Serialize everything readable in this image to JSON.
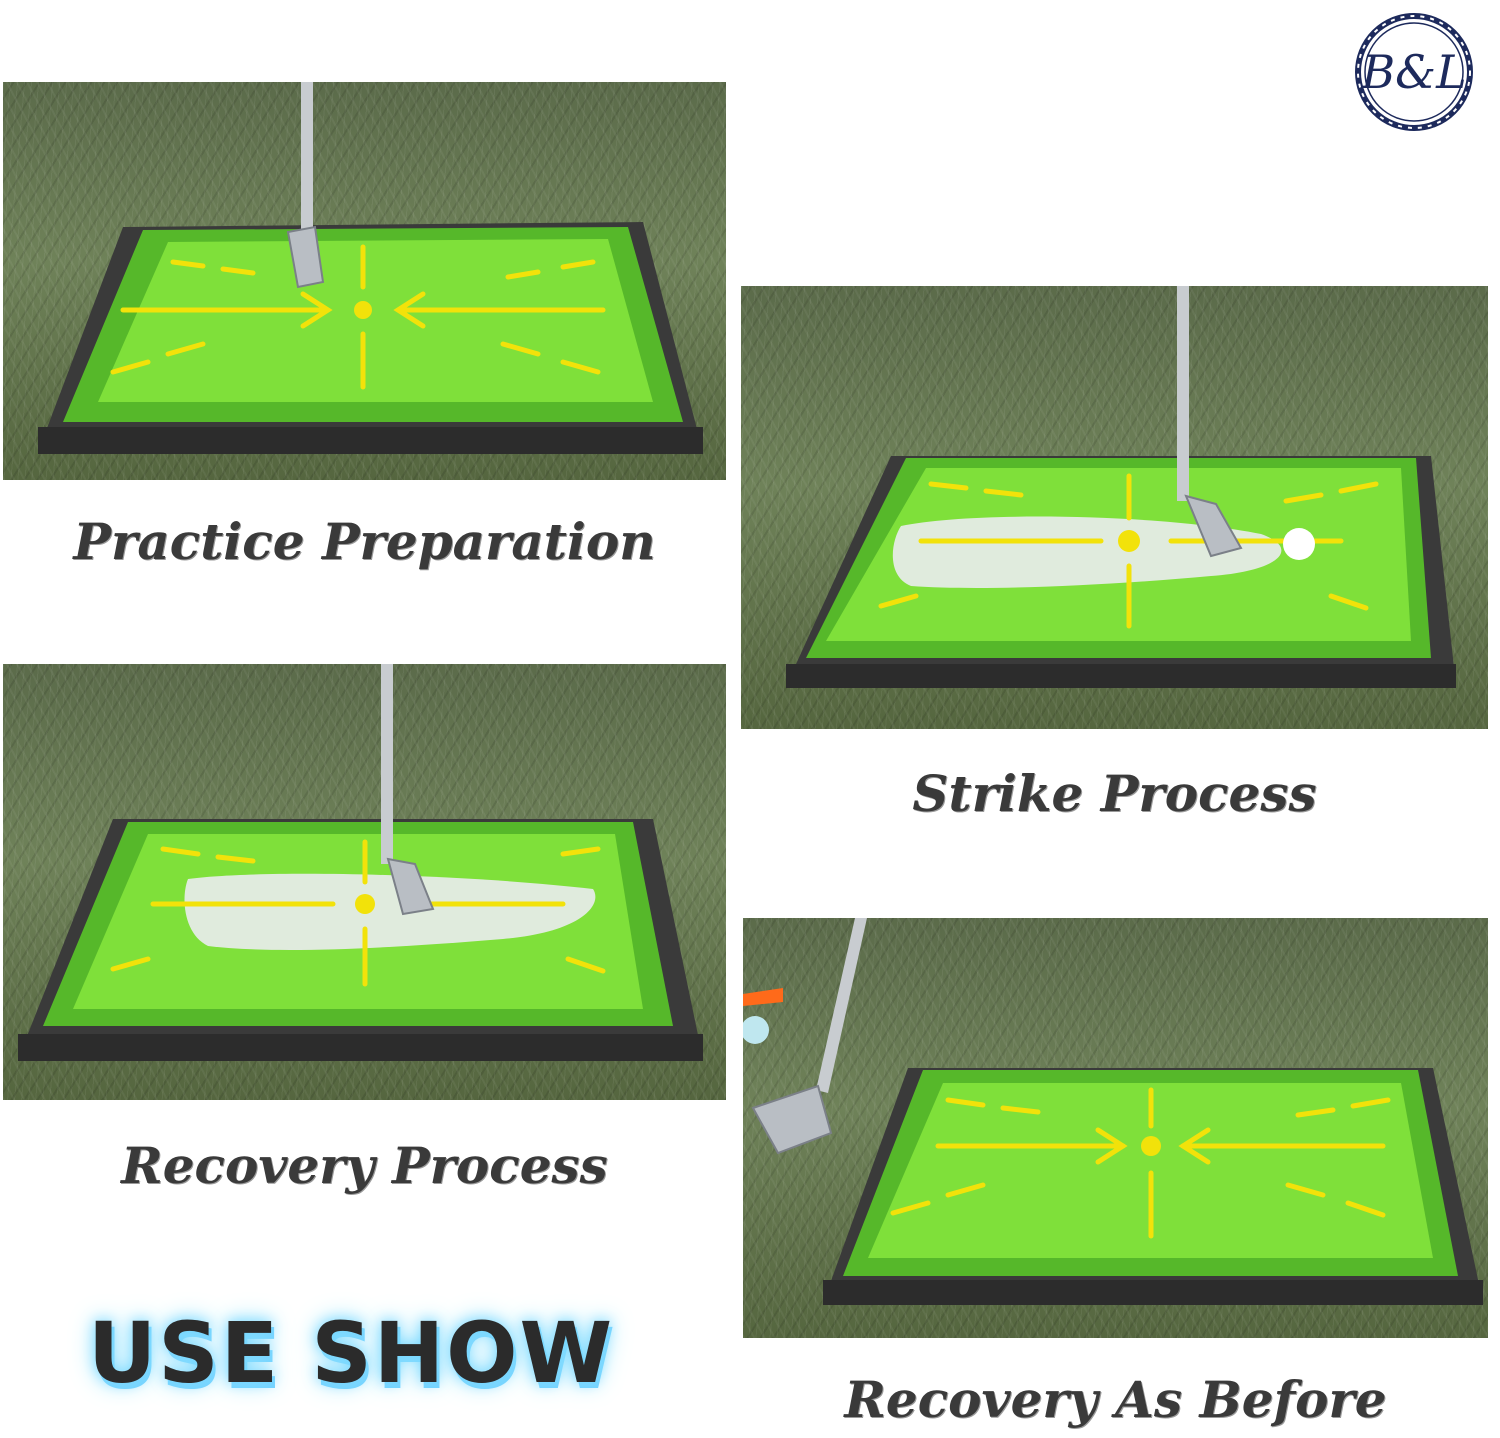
{
  "brand": {
    "logo_text": "B&L",
    "color": "#1d2a5c"
  },
  "panels": [
    {
      "id": "practice-preparation",
      "caption": "Practice Preparation",
      "state": "clean"
    },
    {
      "id": "strike-process",
      "caption": "Strike Process",
      "state": "struck"
    },
    {
      "id": "recovery-process",
      "caption": "Recovery Process",
      "state": "struck"
    },
    {
      "id": "recovery-as-before",
      "caption": "Recovery As Before",
      "state": "clean"
    }
  ],
  "banner": {
    "text": "USE SHOW",
    "glow_color": "#74d7ff"
  },
  "colors": {
    "mat_green": "#63c92c",
    "mat_inner": "#7fe03a",
    "guide_lines": "#f2e20a",
    "mat_base": "#3a3a3a"
  }
}
